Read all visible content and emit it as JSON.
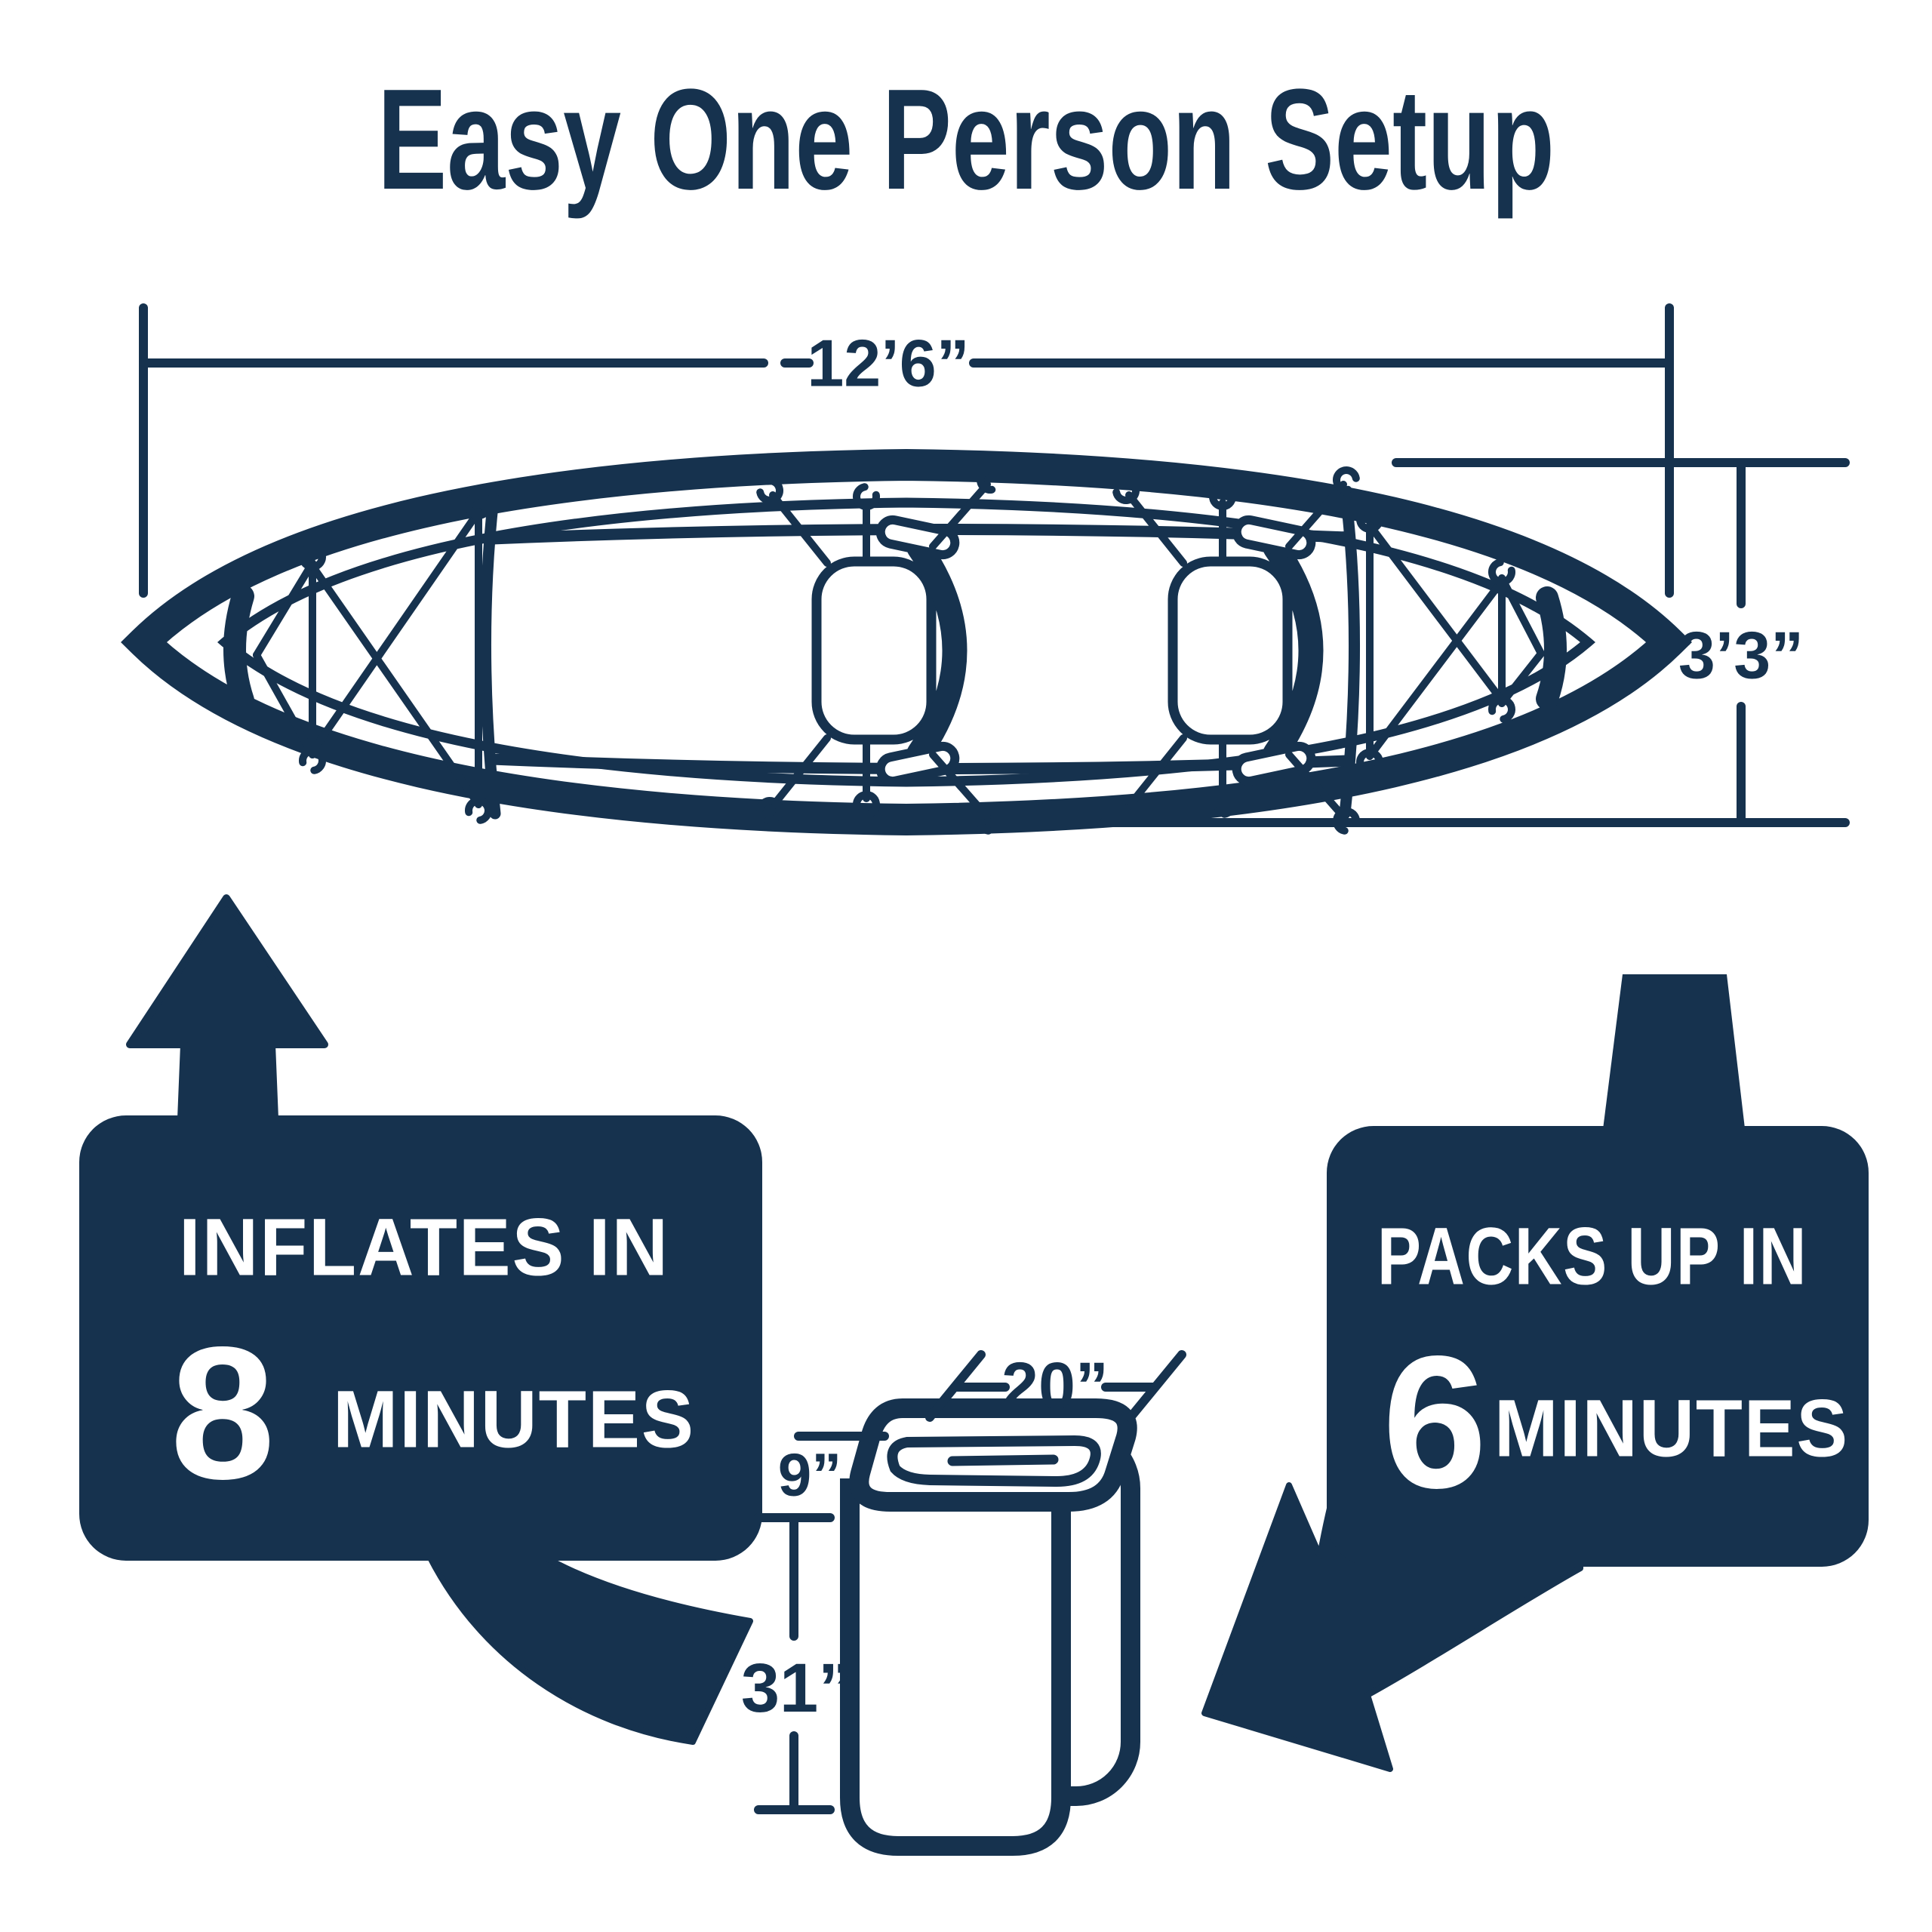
{
  "title": "Easy One Person Setup",
  "colors": {
    "navy": "#16324E",
    "background": "#FFFFFF",
    "text_on_navy": "#FFFFFF"
  },
  "kayak_top_view": {
    "length_label": "12’6”",
    "width_label": "3’3”"
  },
  "callouts": {
    "inflates": {
      "line1": "INFLATES IN",
      "number": "8",
      "unit": "MINUTES"
    },
    "packs": {
      "line1": "PACKS UP IN",
      "number": "6",
      "unit": "MINUTES"
    }
  },
  "packed_kayak": {
    "width_label": "20”",
    "fold_height_label": "9”",
    "height_label": "31”"
  }
}
